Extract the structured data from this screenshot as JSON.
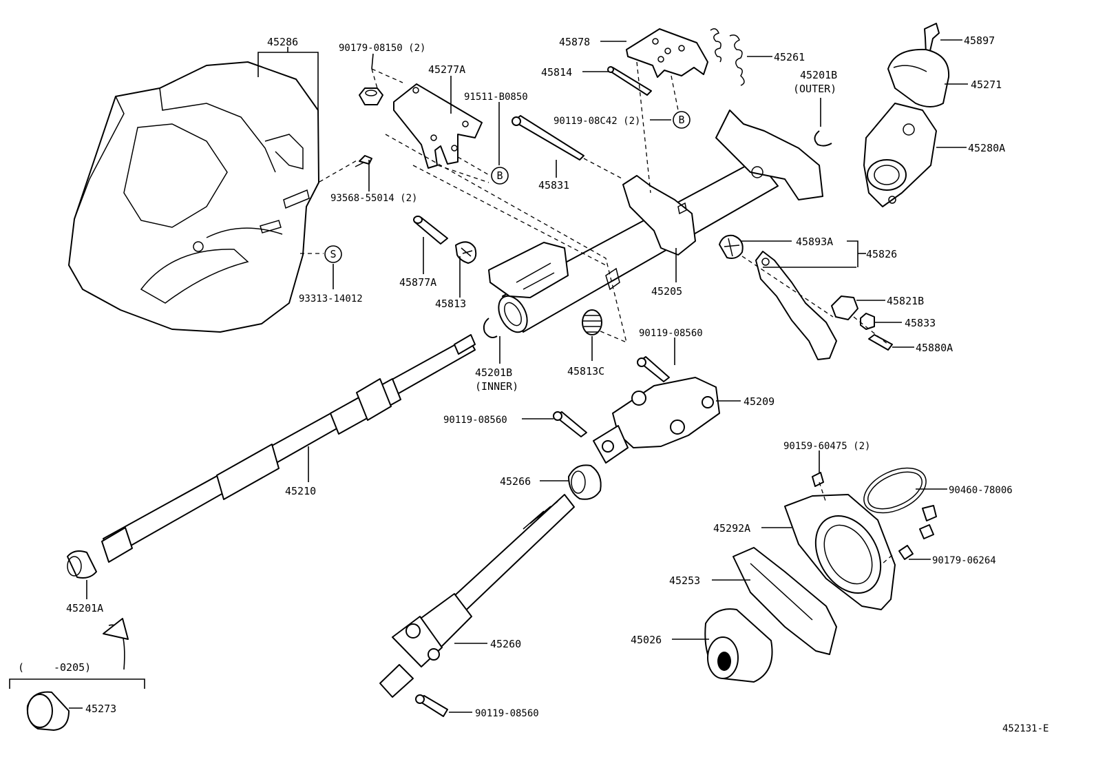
{
  "diagram_id": "452131-E",
  "callouts": {
    "c45286": "45286",
    "c90179_08150": "90179-08150 (2)",
    "c45277A": "45277A",
    "c91511_B0850": "91511-B0850",
    "c93568_55014": "93568-55014 (2)",
    "c93313_14012": "93313-14012",
    "c45877A": "45877A",
    "c45813": "45813",
    "c45878": "45878",
    "c45261": "45261",
    "c45814": "45814",
    "c90119_08C42": "90119-08C42 (2)",
    "c45831": "45831",
    "c45201B_outer": "45201B",
    "c45201B_outer_note": "(OUTER)",
    "c45897": "45897",
    "c45271": "45271",
    "c45280A": "45280A",
    "c45893A": "45893A",
    "c45826": "45826",
    "c45205": "45205",
    "c45821B": "45821B",
    "c45833": "45833",
    "c45880A": "45880A",
    "c45201B_inner": "45201B",
    "c45201B_inner_note": "(INNER)",
    "c45813C": "45813C",
    "c90119_08560_a": "90119-08560",
    "c45209": "45209",
    "c90119_08560_b": "90119-08560",
    "c45210": "45210",
    "c45266": "45266",
    "c90159_60475": "90159-60475 (2)",
    "c90460_78006": "90460-78006",
    "c45292A": "45292A",
    "c90179_06264": "90179-06264",
    "c45253": "45253",
    "c45026": "45026",
    "c45260": "45260",
    "c45201A": "45201A",
    "c90119_08560_c": "90119-08560",
    "c45273": "45273",
    "date_range_open": "(",
    "date_range_end": "-0205)"
  },
  "ref_markers": {
    "b1": "B",
    "b2": "B",
    "s1": "S"
  }
}
